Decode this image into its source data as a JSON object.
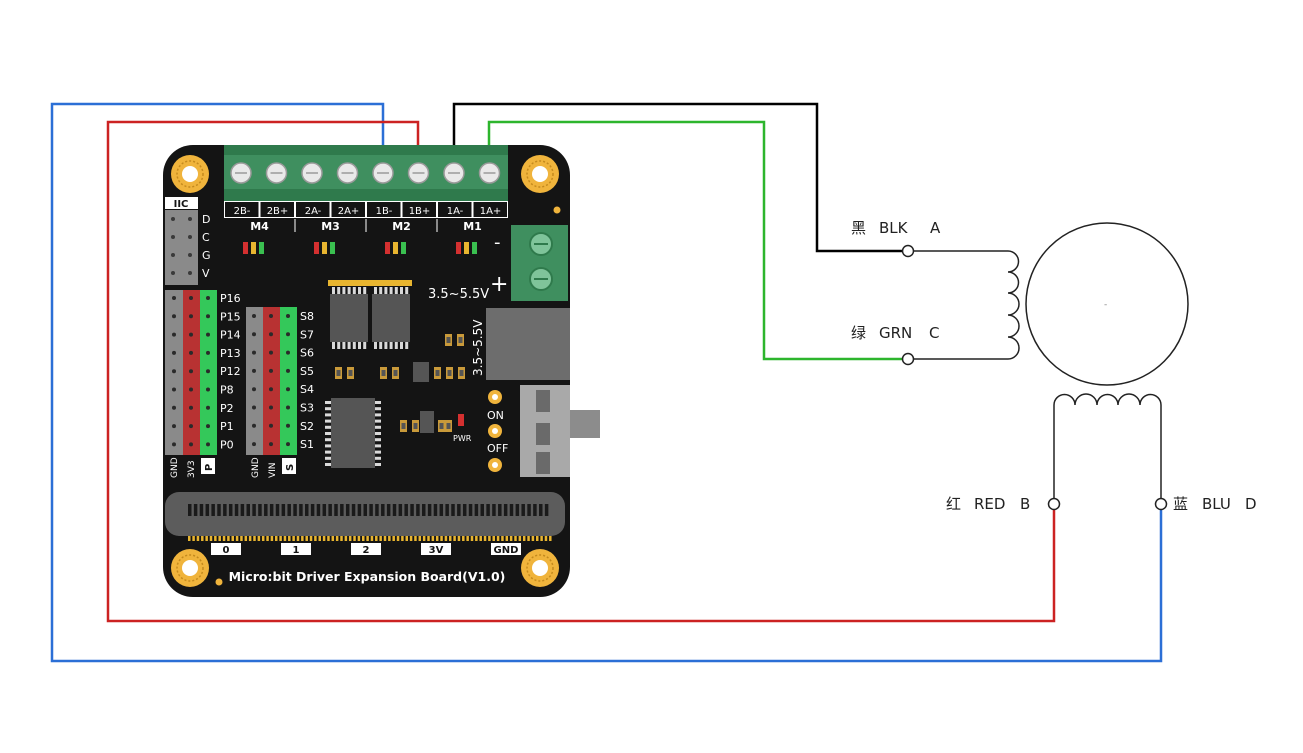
{
  "board": {
    "name": "Micro:bit Driver Expansion Board(V1.0)",
    "terminals": [
      "2B-",
      "2B+",
      "2A-",
      "2A+",
      "1B-",
      "1B+",
      "1A-",
      "1A+"
    ],
    "motor_ports": [
      "M4",
      "M3",
      "M2",
      "M1"
    ],
    "iic_label": "IIC",
    "iic_pins": [
      "D",
      "C",
      "G",
      "V"
    ],
    "p_pins": [
      "P16",
      "P15",
      "P14",
      "P13",
      "P12",
      "P8",
      "P2",
      "P1",
      "P0"
    ],
    "s_pins": [
      "S8",
      "S7",
      "S6",
      "S5",
      "S4",
      "S3",
      "S2",
      "S1"
    ],
    "header_labels": {
      "gnd": "GND",
      "v3": "3V3",
      "p": "P",
      "gnd2": "GND",
      "vin": "VIN",
      "s": "S"
    },
    "voltage_h": "3.5~5.5V",
    "voltage_v": "3.5~5.5V",
    "minus": "-",
    "plus": "+",
    "switch_on": "ON",
    "switch_off": "OFF",
    "pwr": "PWR",
    "edge_pins": [
      "0",
      "1",
      "2",
      "3V",
      "GND"
    ]
  },
  "motor": {
    "wire_a": {
      "cn": "黑",
      "en": "BLK",
      "pin": "A",
      "color": "#000000"
    },
    "wire_c": {
      "cn": "绿",
      "en": "GRN",
      "pin": "C",
      "color": "#2db52d"
    },
    "wire_b": {
      "cn": "红",
      "en": "RED",
      "pin": "B",
      "color": "#cc2222"
    },
    "wire_d": {
      "cn": "蓝",
      "en": "BLU",
      "pin": "D",
      "color": "#2b6fd6"
    },
    "center_mark": "-"
  },
  "colors": {
    "board": "#141414",
    "terminal": "#3f8f5f",
    "pad": "#f0b43c",
    "header_gray": "#8a8a8a",
    "header_red": "#b83232",
    "header_green": "#34c85a"
  }
}
